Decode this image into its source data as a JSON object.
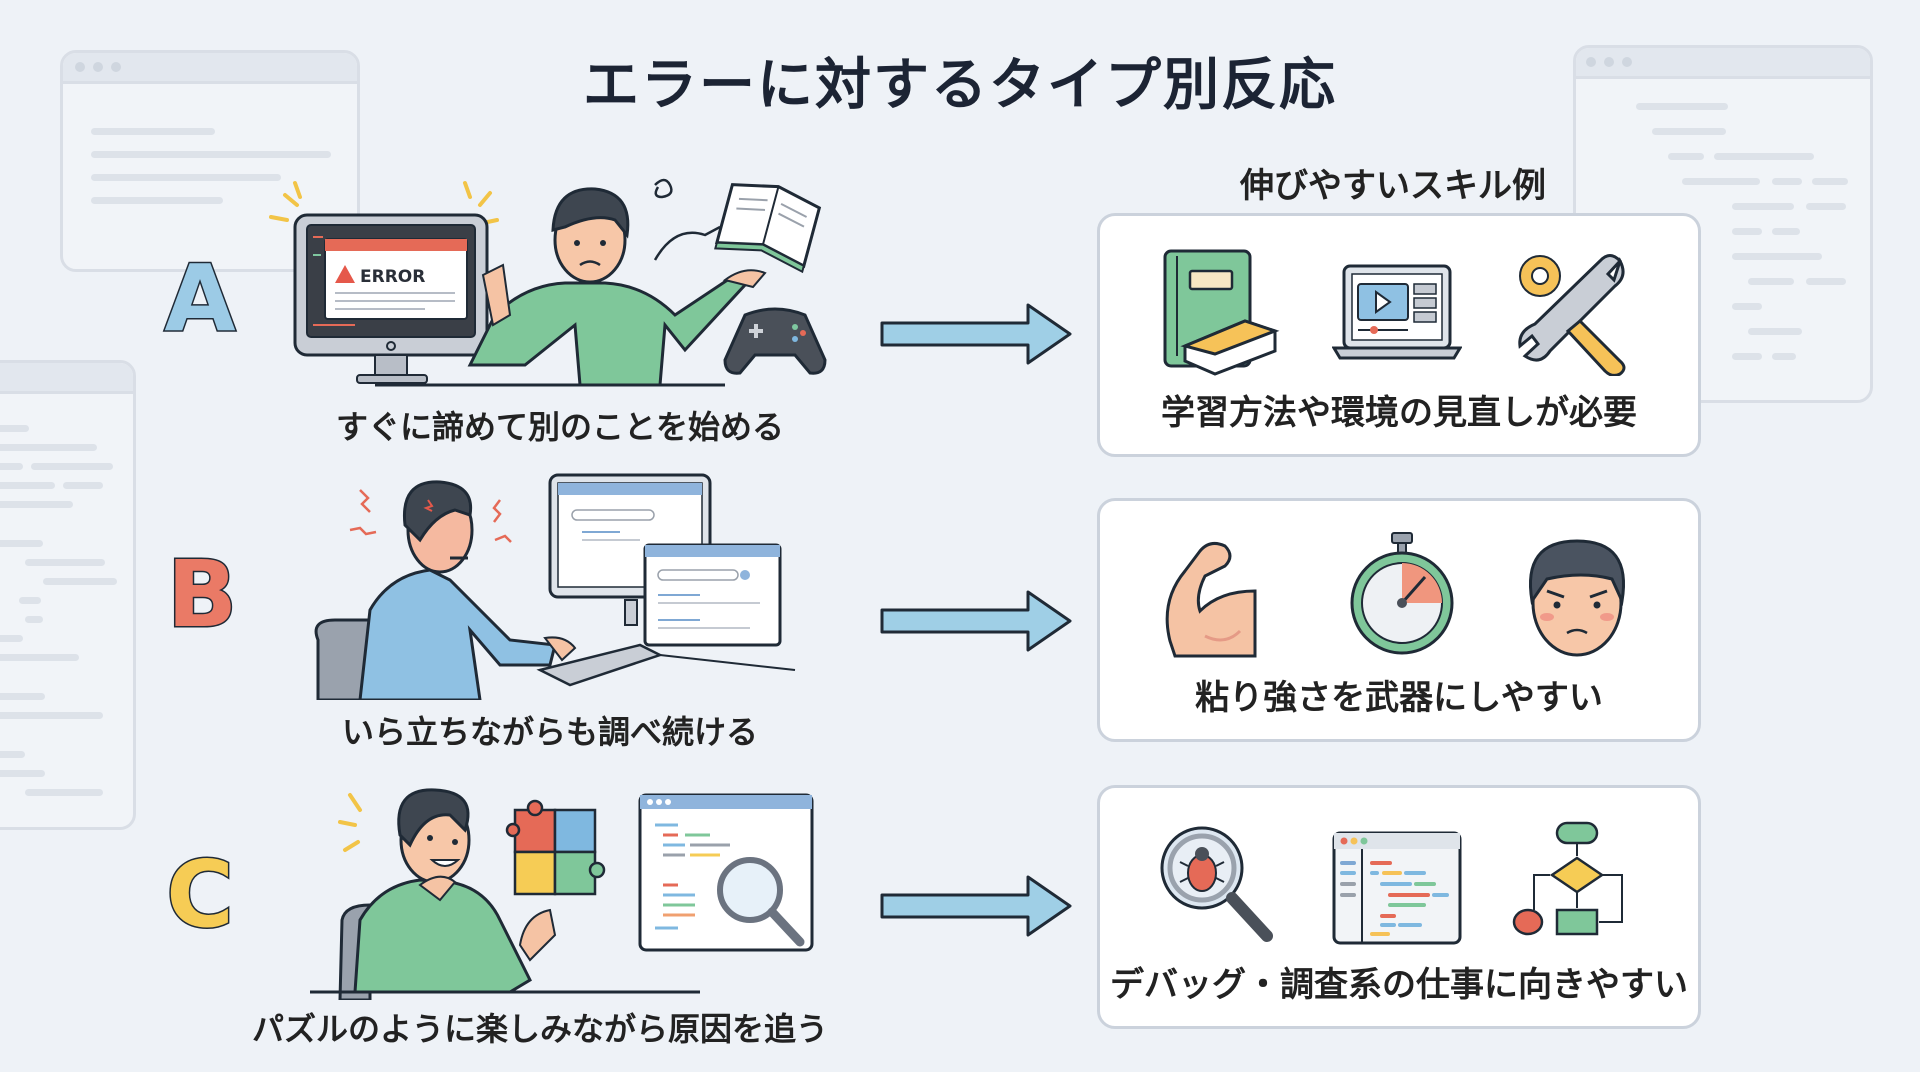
{
  "title": "エラーに対するタイプ別反応",
  "skills_heading": "伸びやすいスキル例",
  "colors": {
    "background": "#eef2f7",
    "arrow_fill": "#9fcfe6",
    "type_a": "#9ccbe6",
    "type_b": "#ea7a66",
    "type_c": "#f6cc55",
    "card_border": "#cbd2dc"
  },
  "types": [
    {
      "letter": "A",
      "reaction": "すぐに諦めて別のことを始める",
      "illustration": [
        "monitor-error-icon",
        "confused-person-icon",
        "book-icon",
        "game-controller-icon"
      ],
      "error_popup_text": "ERROR",
      "skill": {
        "label": "学習方法や環境の見直しが必要",
        "icons": [
          "books-icon",
          "video-laptop-icon",
          "gear-wrench-icon"
        ]
      }
    },
    {
      "letter": "B",
      "reaction": "いら立ちながらも調べ続ける",
      "illustration": [
        "frustrated-person-typing-icon",
        "browser-search-icon"
      ],
      "skill": {
        "label": "粘り強さを武器にしやすい",
        "icons": [
          "flexed-arm-icon",
          "stopwatch-icon",
          "determined-face-icon"
        ]
      }
    },
    {
      "letter": "C",
      "reaction": "パズルのように楽しみながら原因を追う",
      "illustration": [
        "smiling-person-icon",
        "puzzle-icon",
        "code-magnifier-icon"
      ],
      "skill": {
        "label": "デバッグ・調査系の仕事に向きやすい",
        "icons": [
          "bug-magnifier-icon",
          "code-editor-icon",
          "flowchart-icon"
        ]
      }
    }
  ]
}
